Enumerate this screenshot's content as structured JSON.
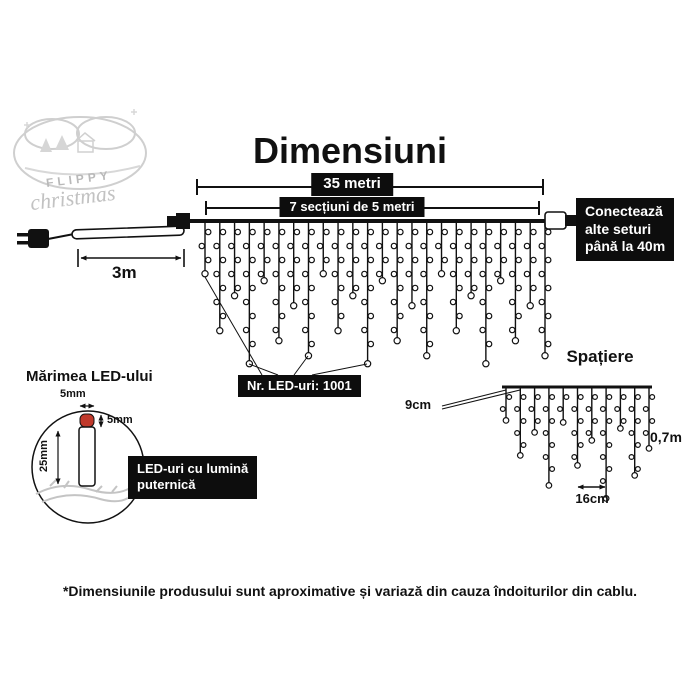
{
  "title": "Dimensiuni",
  "logo": {
    "brand": "FLIPPY",
    "script": "christmas"
  },
  "dimensions": {
    "total_length": "35 metri",
    "sections": "7 secțiuni de 5 metri",
    "lead": "3m",
    "connect_note": "Conectează\nalte seturi\npână la 40m",
    "led_count": "Nr. LED-uri: 1001"
  },
  "spacing": {
    "title": "Spațiere",
    "drop_spacing": "9cm",
    "bulb_spacing": "16cm",
    "drop_height": "0,7m"
  },
  "led_size": {
    "title": "Mărimea LED-ului",
    "width": "5mm",
    "cap_height": "5mm",
    "body_length": "25mm",
    "note": "LED-uri cu lumină\nputernică"
  },
  "colors": {
    "led_tip_red": "#c0392b"
  },
  "footnote": "*Dimensiunile produsului sunt aproximative și variază din cauza îndoiturilor din cablu."
}
